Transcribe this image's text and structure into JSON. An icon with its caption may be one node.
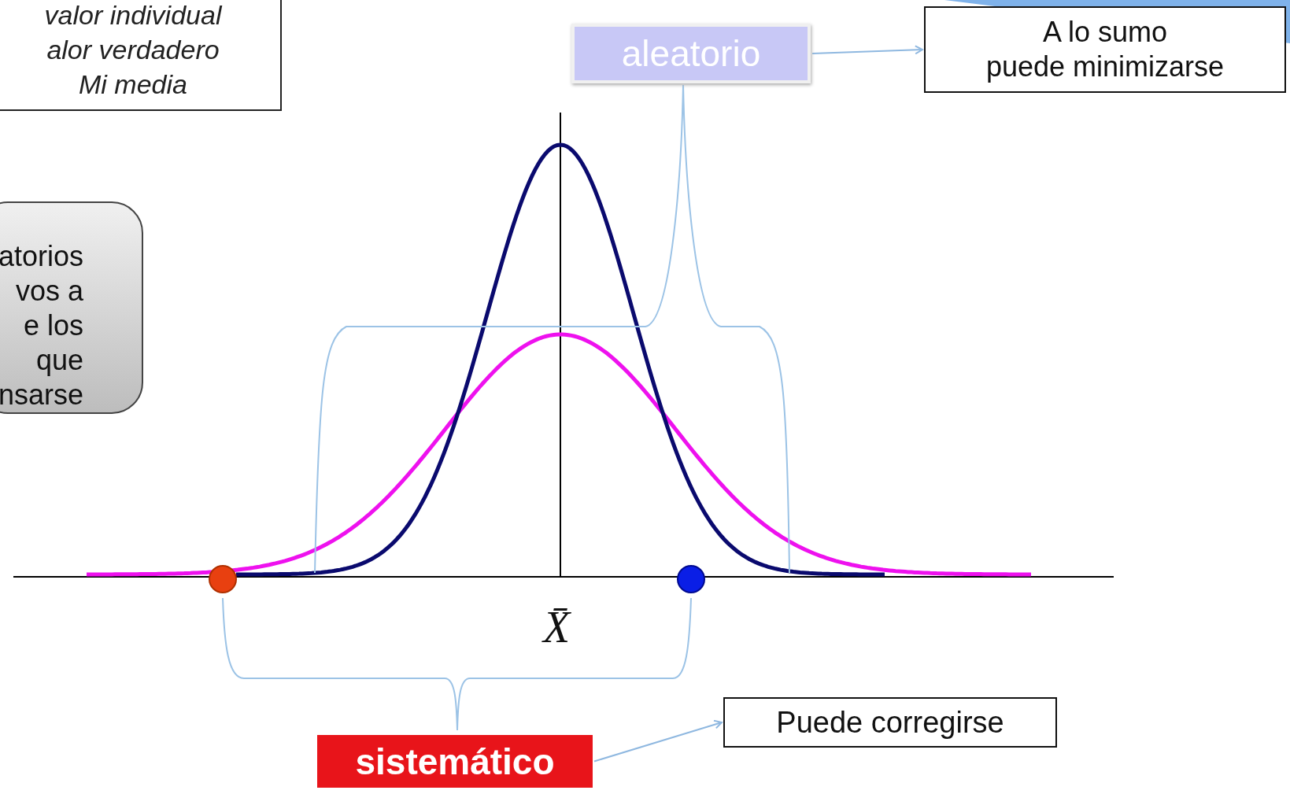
{
  "diagram": {
    "nodes": [
      {
        "text": [
          "valor individual alor verdadero Mi media"
        ]
      },
      {
        "text": [
          "atorios vos a e los que nsarse"
        ]
      },
      {
        "text": [
          "aleatorio"
        ]
      },
      {
        "text": [
          "A lo sumo puede minimizarse"
        ]
      },
      {
        "text": [
          "sistemático"
        ]
      },
      {
        "text": [
          "Puede corregirse"
        ]
      }
    ],
    "edges": [
      {
        "from": 2,
        "to": 3,
        "arrow": "to"
      },
      {
        "from": 4,
        "to": 5,
        "arrow": "to"
      }
    ],
    "labels": [
      "X̄"
    ]
  }
}
